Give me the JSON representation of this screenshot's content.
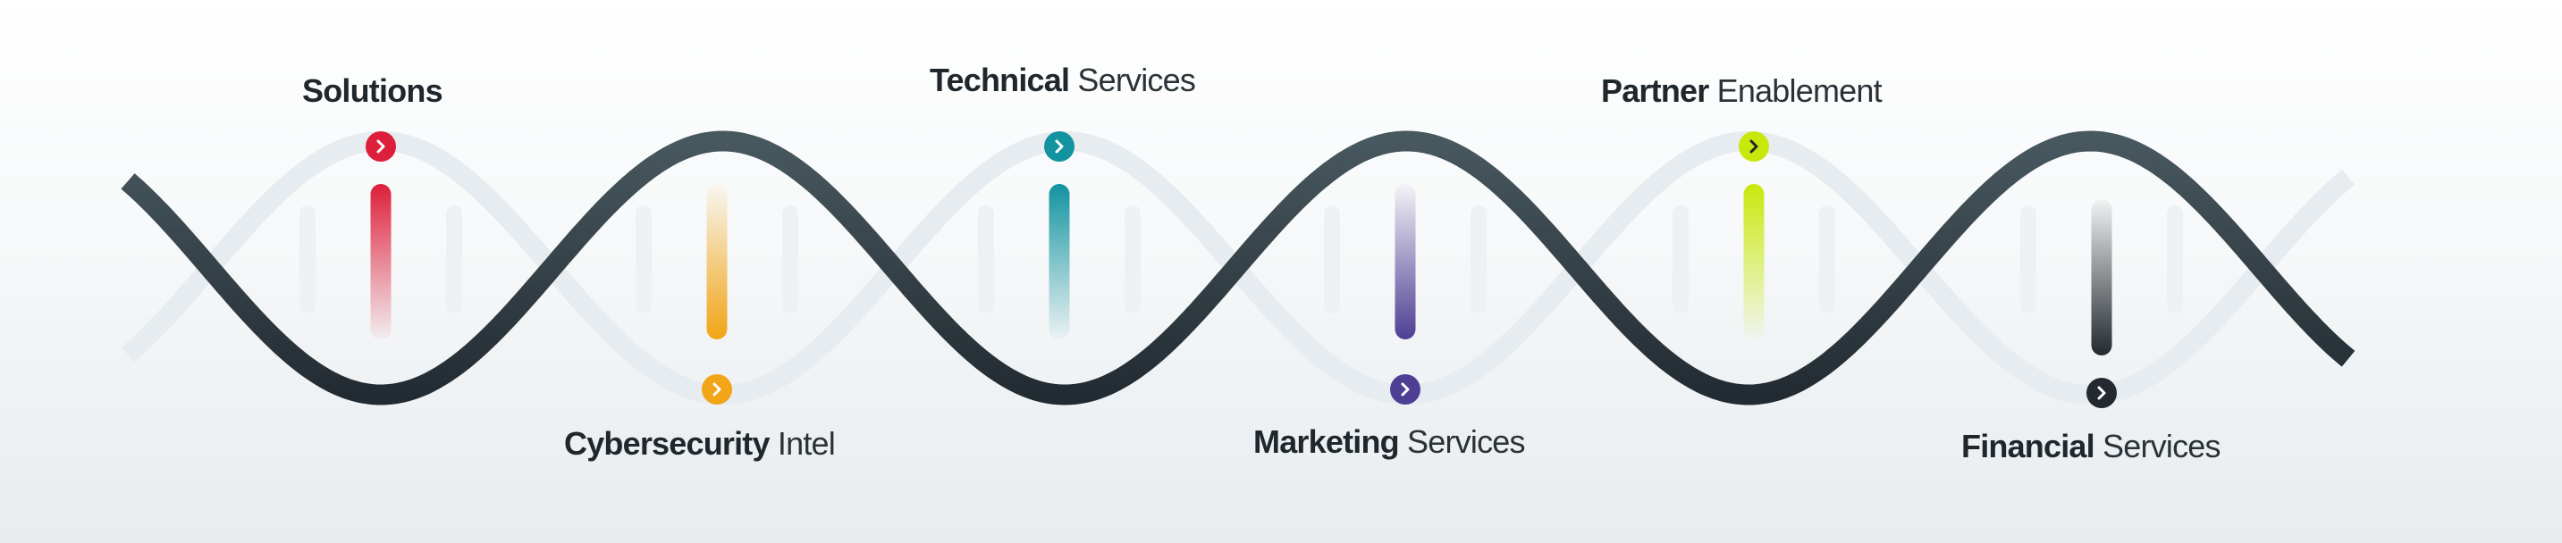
{
  "diagram": {
    "items": [
      {
        "bold": "Solutions",
        "rest": "",
        "position": "top",
        "color": "#dc1f3a",
        "bar_fade": "down",
        "icon": "chevron-right-icon"
      },
      {
        "bold": "Cybersecurity",
        "rest": "Intel",
        "position": "bottom",
        "color": "#f2a516",
        "bar_fade": "up",
        "icon": "chevron-right-icon"
      },
      {
        "bold": "Technical",
        "rest": "Services",
        "position": "top",
        "color": "#12939f",
        "bar_fade": "down",
        "icon": "chevron-right-icon"
      },
      {
        "bold": "Marketing",
        "rest": "Services",
        "position": "bottom",
        "color": "#4f3f94",
        "bar_fade": "up",
        "icon": "chevron-right-icon"
      },
      {
        "bold": "Partner",
        "rest": "Enablement",
        "position": "top",
        "color": "#c8e80c",
        "bar_fade": "down",
        "icon": "chevron-right-icon"
      },
      {
        "bold": "Financial",
        "rest": "Services",
        "position": "bottom",
        "color": "#23292e",
        "bar_fade": "up",
        "icon": "chevron-right-icon"
      }
    ],
    "colors": {
      "strand_dark_top": "#48585f",
      "strand_dark_bottom": "#222b31",
      "strand_light": "#e7ecf0",
      "rung_faint": "#eef1f4"
    }
  }
}
